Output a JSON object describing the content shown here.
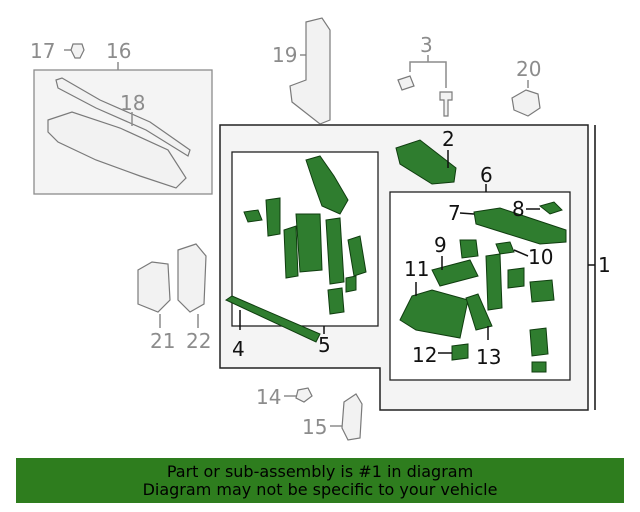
{
  "callouts": {
    "n1": "1",
    "n2": "2",
    "n3": "3",
    "n4": "4",
    "n5": "5",
    "n6": "6",
    "n7": "7",
    "n8": "8",
    "n9": "9",
    "n10": "10",
    "n11": "11",
    "n12": "12",
    "n13": "13",
    "n14": "14",
    "n15": "15",
    "n16": "16",
    "n17": "17",
    "n18": "18",
    "n19": "19",
    "n20": "20",
    "n21": "21",
    "n22": "22"
  },
  "footer": {
    "line1": "Part or sub-assembly is #1 in diagram",
    "line2": "Diagram may not be specific to your vehicle"
  },
  "colors": {
    "highlight_part": "#2f7d2f",
    "banner": "#2e7d1e",
    "secondary_part": "#8c8c8c"
  }
}
